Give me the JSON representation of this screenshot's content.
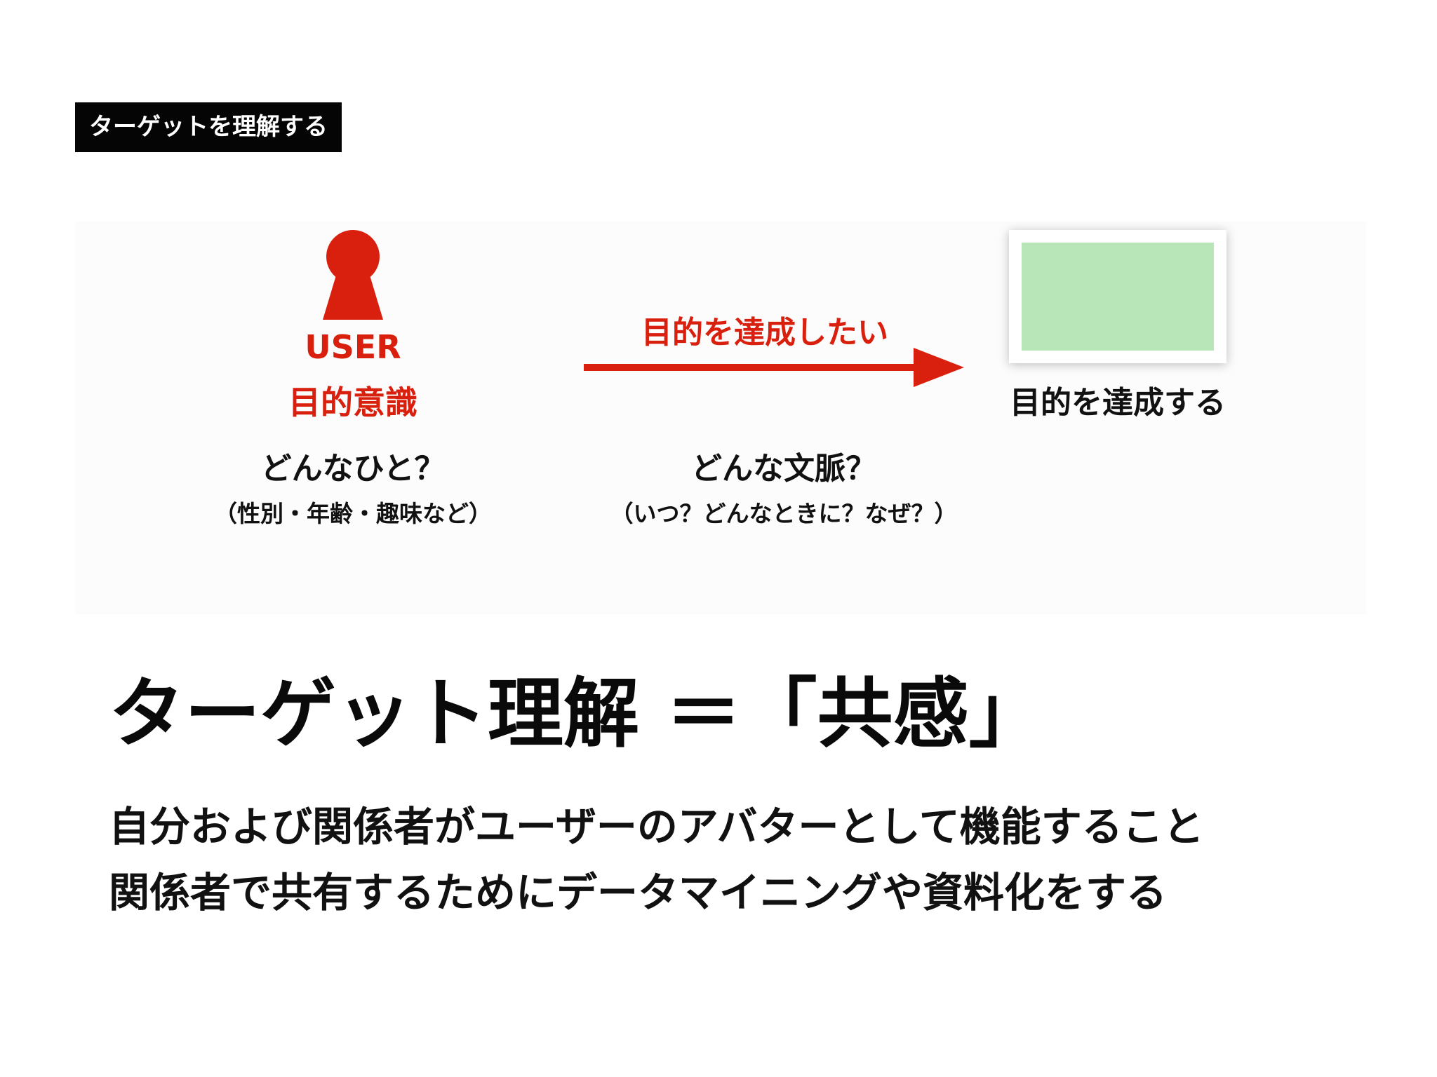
{
  "tag": "ターゲットを理解する",
  "diagram": {
    "user_title": "USER",
    "user_subtitle": "目的意識",
    "arrow_label": "目的を達成したい",
    "goal_label": "目的を達成する",
    "who_question": "どんなひと？",
    "who_detail": "（性別・年齢・趣味など）",
    "context_question": "どんな文脈？",
    "context_detail": "（いつ？どんなときに？なぜ？）",
    "accent_color": "#d9200e",
    "goal_fill_color": "#b8e6b8"
  },
  "headline": "ターゲット理解 ＝「共感」",
  "body": [
    "自分および関係者がユーザーのアバターとして機能すること",
    "関係者で共有するためにデータマイニングや資料化をする"
  ]
}
